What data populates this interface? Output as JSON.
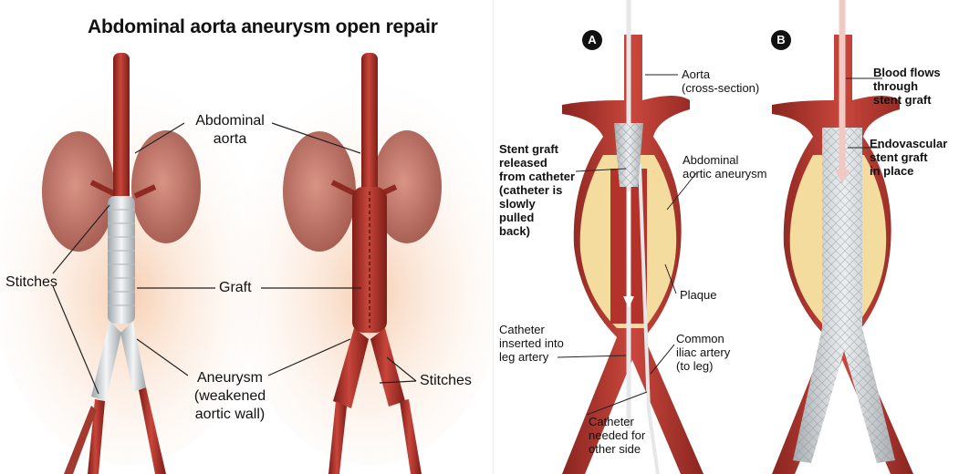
{
  "open_repair": {
    "title": "Abdominal aorta aneurysm open repair",
    "labels": {
      "abdominal_aorta_1": "Abdominal",
      "abdominal_aorta_2": "aorta",
      "stitches_left": "Stitches",
      "graft": "Graft",
      "aneurysm_1": "Aneurysm",
      "aneurysm_2": "(weakened",
      "aneurysm_3": "aortic wall)",
      "stitches_right": "Stitches"
    }
  },
  "endovascular": {
    "badges": {
      "a": "A",
      "b": "B"
    },
    "labels": {
      "aorta_1": "Aorta",
      "aorta_2": "(cross-section)",
      "stent_released": [
        "Stent graft",
        "released",
        "from catheter",
        "(catheter is",
        "slowly",
        "pulled",
        "back)"
      ],
      "abdominal_aneurysm": [
        "Abdominal",
        "aortic aneurysm"
      ],
      "plaque": "Plaque",
      "catheter_inserted": [
        "Catheter",
        "inserted into",
        "leg artery"
      ],
      "common_iliac": [
        "Common",
        "iliac artery",
        "(to leg)"
      ],
      "catheter_needed": [
        "Catheter",
        "needed for",
        "other side"
      ],
      "blood_flows": [
        "Blood flows",
        "through",
        "stent graft"
      ],
      "endovascular_stent": [
        "Endovascular",
        "stent graft",
        "in place"
      ]
    }
  },
  "colors": {
    "artery": "#b3332b",
    "artery_dark": "#7e1d18",
    "kidney": "#c98074",
    "plaque": "#f3dc9e",
    "graft": "#dfe3e6",
    "stent": "#cfd3d6"
  }
}
